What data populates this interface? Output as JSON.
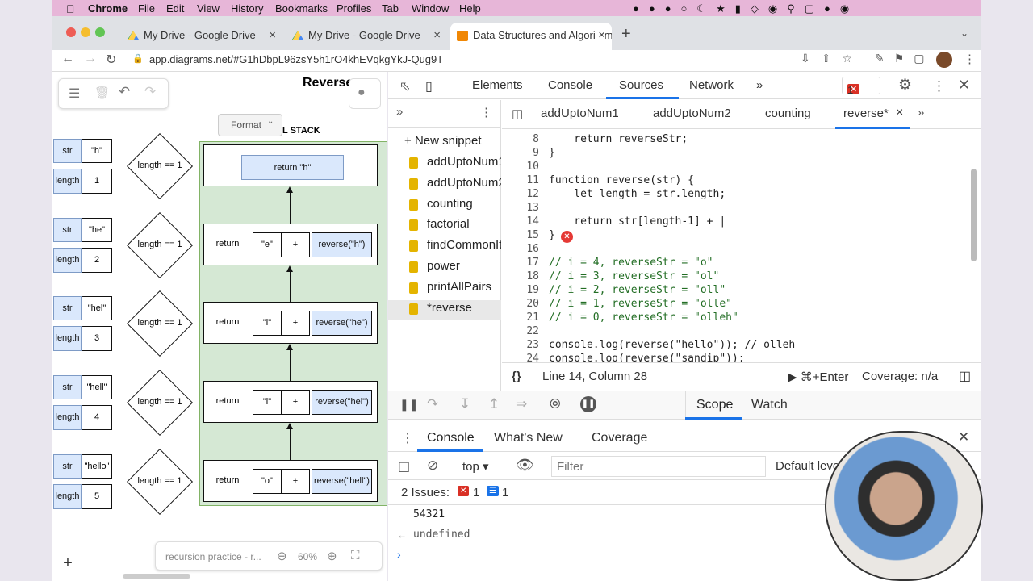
{
  "menubar": {
    "app": "Chrome",
    "items": [
      "File",
      "Edit",
      "View",
      "History",
      "Bookmarks",
      "Profiles",
      "Tab",
      "Window",
      "Help"
    ]
  },
  "tabs": [
    {
      "title": "My Drive - Google Drive"
    },
    {
      "title": "My Drive - Google Drive"
    },
    {
      "title": "Data Structures and Algorithm"
    }
  ],
  "url": "app.diagrams.net/#G1hDbpL96zsY5h1rO4khEVqkgYkJ-Qug9T",
  "drawio": {
    "title": "Reverse",
    "format_label": "Format",
    "callstack_label": "L STACK",
    "rows": [
      {
        "str": "\"h\"",
        "len": "1",
        "cond": "length == 1",
        "frame_label": "",
        "char": "",
        "plus": "",
        "call": "return \"h\""
      },
      {
        "str": "\"he\"",
        "len": "2",
        "cond": "length == 1",
        "frame_label": "return",
        "char": "\"e\"",
        "plus": "+",
        "call": "reverse(\"h\")"
      },
      {
        "str": "\"hel\"",
        "len": "3",
        "cond": "length == 1",
        "frame_label": "return",
        "char": "\"l\"",
        "plus": "+",
        "call": "reverse(\"he\")"
      },
      {
        "str": "\"hell\"",
        "len": "4",
        "cond": "length == 1",
        "frame_label": "return",
        "char": "\"l\"",
        "plus": "+",
        "call": "reverse(\"hel\")"
      },
      {
        "str": "\"hello\"",
        "len": "5",
        "cond": "length == 1",
        "frame_label": "return",
        "char": "\"o\"",
        "plus": "+",
        "call": "reverse(\"hell\")"
      }
    ],
    "str_label": "str",
    "length_label": "length",
    "page_name": "recursion practice - r...",
    "zoom": "60%"
  },
  "devtools": {
    "tabs": [
      "Elements",
      "Console",
      "Sources",
      "Network"
    ],
    "error_count": "1",
    "new_snippet": "New snippet",
    "snippets": [
      "addUptoNum1",
      "addUptoNum2",
      "counting",
      "factorial",
      "findCommonItems",
      "power",
      "printAllPairs",
      "*reverse"
    ],
    "editor_tabs": [
      "addUptoNum1",
      "addUptoNum2",
      "counting",
      "reverse*"
    ],
    "code_lines": [
      {
        "n": "8",
        "t": "    return reverseStr;"
      },
      {
        "n": "9",
        "t": "}"
      },
      {
        "n": "10",
        "t": ""
      },
      {
        "n": "11",
        "t": "function reverse(str) {"
      },
      {
        "n": "12",
        "t": "    let length = str.length;"
      },
      {
        "n": "13",
        "t": ""
      },
      {
        "n": "14",
        "t": "    return str[length-1] + |"
      },
      {
        "n": "15",
        "t": "}"
      },
      {
        "n": "16",
        "t": ""
      },
      {
        "n": "17",
        "t": "// i = 4, reverseStr = \"o\""
      },
      {
        "n": "18",
        "t": "// i = 3, reverseStr = \"ol\""
      },
      {
        "n": "19",
        "t": "// i = 2, reverseStr = \"oll\""
      },
      {
        "n": "20",
        "t": "// i = 1, reverseStr = \"olle\""
      },
      {
        "n": "21",
        "t": "// i = 0, reverseStr = \"olleh\""
      },
      {
        "n": "22",
        "t": ""
      },
      {
        "n": "23",
        "t": "console.log(reverse(\"hello\")); // olleh"
      },
      {
        "n": "24",
        "t": "console.log(reverse(\"sandip\"));"
      }
    ],
    "status": {
      "braces": "{}",
      "position": "Line 14, Column 28",
      "run": "⌘+Enter",
      "coverage": "Coverage: n/a"
    },
    "debug_tabs": [
      "Scope",
      "Watch"
    ],
    "drawer_tabs": [
      "Console",
      "What's New",
      "Coverage"
    ],
    "console_context": "top",
    "filter_placeholder": "Filter",
    "levels": "Default levels",
    "issues": "2 Issues:",
    "issue_err": "1",
    "issue_info": "1",
    "output": [
      "54321",
      "undefined"
    ]
  }
}
